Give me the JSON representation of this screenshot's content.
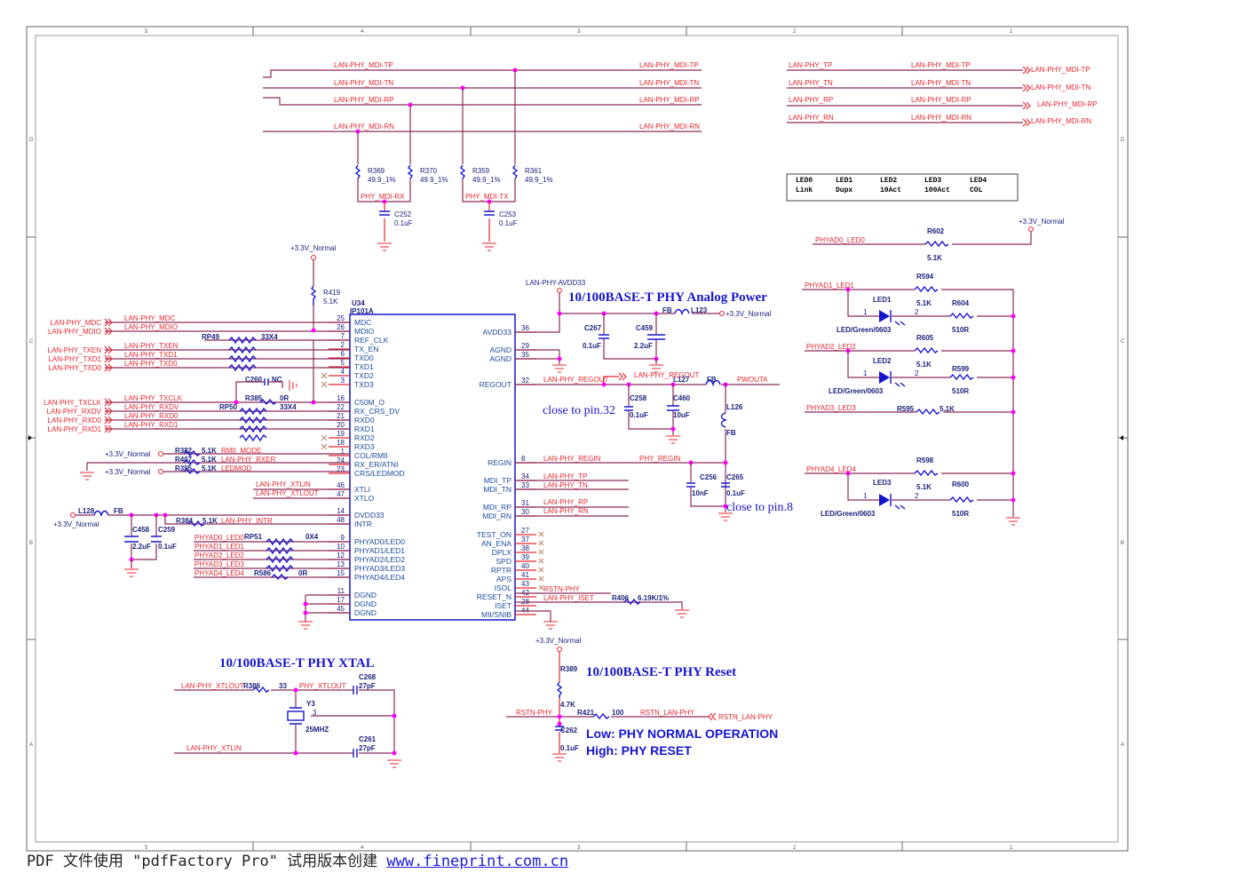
{
  "border": {
    "columns": [
      "5",
      "4",
      "3",
      "2",
      "1"
    ],
    "rows": [
      "D",
      "C",
      "B",
      "A"
    ]
  },
  "mdi_bus": {
    "left": [
      "LAN-PHY_MDI-TP",
      "LAN-PHY_MDI-TN",
      "LAN-PHY_MDI-RP",
      "LAN-PHY_MDI-RN"
    ],
    "right": [
      "LAN-PHY_MDI-TP",
      "LAN-PHY_MDI-TN",
      "LAN-PHY_MDI-RP",
      "LAN-PHY_MDI-RN"
    ]
  },
  "terminations": {
    "r369": {
      "ref": "R369",
      "val": "49.9_1%"
    },
    "r370": {
      "ref": "R370",
      "val": "49.9_1%"
    },
    "r359": {
      "ref": "R359",
      "val": "49.9_1%"
    },
    "r361": {
      "ref": "R361",
      "val": "49.9_1%"
    },
    "rx_net": "PHY_MDI-RX",
    "tx_net": "PHY_MDI-TX",
    "c252": {
      "ref": "C252",
      "val": "0.1uF"
    },
    "c253": {
      "ref": "C253",
      "val": "0.1uF"
    }
  },
  "port_map": [
    {
      "src": "LAN-PHY_TP",
      "dst": "LAN-PHY_MDI-TP",
      "port": "LAN-PHY_MDI-TP"
    },
    {
      "src": "LAN-PHY_TN",
      "dst": "LAN-PHY_MDI-TN",
      "port": "LAN-PHY_MDI-TN"
    },
    {
      "src": "LAN-PHY_RP",
      "dst": "LAN-PHY_MDI-RP",
      "port": "LAN-PHY_MDI-RP"
    },
    {
      "src": "LAN-PHY_RN",
      "dst": "LAN-PHY_MDI-RN",
      "port": "LAN-PHY_MDI-RN"
    }
  ],
  "led_table": {
    "headers": [
      "LED0",
      "LED1",
      "LED2",
      "LED3",
      "LED4"
    ],
    "values": [
      "Link",
      "Dupx",
      "10Act",
      "100Act",
      "COL"
    ]
  },
  "power_label": "+3.3V_Normal",
  "r419": {
    "ref": "R419",
    "val": "5.1K"
  },
  "chip": {
    "ref": "U34",
    "part": "IP101A",
    "left_pins": [
      {
        "num": "25",
        "name": "MDC"
      },
      {
        "num": "26",
        "name": "MDIO"
      },
      {
        "num": "7",
        "name": "REF_CLK"
      },
      {
        "num": "2",
        "name": "TX_EN"
      },
      {
        "num": "6",
        "name": "TXD0"
      },
      {
        "num": "5",
        "name": "TXD1"
      },
      {
        "num": "4",
        "name": "TXD2"
      },
      {
        "num": "3",
        "name": "TXD3"
      },
      {
        "num": "16",
        "name": "C50M_O"
      },
      {
        "num": "22",
        "name": "RX_CRS_DV"
      },
      {
        "num": "21",
        "name": "RXD0"
      },
      {
        "num": "20",
        "name": "RXD1"
      },
      {
        "num": "19",
        "name": "RXD2"
      },
      {
        "num": "18",
        "name": "RXD3"
      },
      {
        "num": "1",
        "name": "COL/RMII"
      },
      {
        "num": "24",
        "name": "RX_ER/ATNI"
      },
      {
        "num": "23",
        "name": "CRS/LEDMOD"
      },
      {
        "num": "46",
        "name": "XTLI"
      },
      {
        "num": "47",
        "name": "XTLO"
      },
      {
        "num": "14",
        "name": "DVDD33"
      },
      {
        "num": "48",
        "name": "INTR"
      },
      {
        "num": "9",
        "name": "PHYAD0/LED0"
      },
      {
        "num": "10",
        "name": "PHYAD1/LED1"
      },
      {
        "num": "12",
        "name": "PHYAD2/LED2"
      },
      {
        "num": "13",
        "name": "PHYAD3/LED3"
      },
      {
        "num": "15",
        "name": "PHYAD4/LED4"
      },
      {
        "num": "11",
        "name": "DGND"
      },
      {
        "num": "17",
        "name": "DGND"
      },
      {
        "num": "45",
        "name": "DGND"
      }
    ],
    "right_pins": [
      {
        "num": "36",
        "name": "AVDD33"
      },
      {
        "num": "29",
        "name": "AGND"
      },
      {
        "num": "35",
        "name": "AGND"
      },
      {
        "num": "32",
        "name": "REGOUT"
      },
      {
        "num": "8",
        "name": "REGIN"
      },
      {
        "num": "34",
        "name": "MDI_TP"
      },
      {
        "num": "33",
        "name": "MDI_TN"
      },
      {
        "num": "31",
        "name": "MDI_RP"
      },
      {
        "num": "30",
        "name": "MDI_RN"
      },
      {
        "num": "27",
        "name": "TEST_ON"
      },
      {
        "num": "37",
        "name": "AN_ENA"
      },
      {
        "num": "38",
        "name": "DPLX"
      },
      {
        "num": "39",
        "name": "SPD"
      },
      {
        "num": "40",
        "name": "RPTR"
      },
      {
        "num": "41",
        "name": "APS"
      },
      {
        "num": "43",
        "name": "ISOL"
      },
      {
        "num": "42",
        "name": "RESET_N"
      },
      {
        "num": "28",
        "name": "ISET"
      },
      {
        "num": "44",
        "name": "MII/SNIB"
      }
    ]
  },
  "mii_ports": [
    "LAN-PHY_MDC",
    "LAN-PHY_MDIO",
    "LAN-PHY_TXEN",
    "LAN-PHY_TXD1",
    "LAN-PHY_TXD0",
    "LAN-PHY_TXCLK",
    "LAN-PHY_RXDV",
    "LAN-PHY_RXD0",
    "LAN-PHY_RXD1"
  ],
  "mii_nets": [
    "LAN-PHY_MDC",
    "LAN-PHY_MDIO",
    "LAN-PHY_TXEN",
    "LAN-PHY_TXD1",
    "LAN-PHY_TXD0",
    "LAN-PHY_TXCLK",
    "LAN-PHY_RXDV",
    "LAN-PHY_RXD0",
    "LAN-PHY_RXD1"
  ],
  "rp49": {
    "ref": "RP49",
    "val": "33X4"
  },
  "rp50": {
    "ref": "RP50",
    "val": "33X4"
  },
  "rp51": {
    "ref": "RP51",
    "val": "0X4"
  },
  "c260": {
    "ref": "C260",
    "val": "NC"
  },
  "r385": {
    "ref": "R385",
    "val": "0R"
  },
  "strap": {
    "r382": {
      "ref": "R382",
      "val": "5.1K",
      "net": "RMII_MODE"
    },
    "r407": {
      "ref": "R407",
      "val": "5.1K",
      "net": "LAN-PHY_RXER"
    },
    "r395": {
      "ref": "R395",
      "val": "5.1K",
      "net": "LEDMOD"
    }
  },
  "xtal_nets": [
    "LAN-PHY_XTLIN",
    "LAN-PHY_XTLOUT"
  ],
  "dvdd": {
    "l128": {
      "ref": "L128",
      "val": "FB"
    },
    "c458": {
      "ref": "C458",
      "val": "2.2uF"
    },
    "c259": {
      "ref": "C259",
      "val": "0.1uF"
    },
    "r384": {
      "ref": "R384",
      "val": "5.1K",
      "net": "LAN-PHY_INTR"
    }
  },
  "phyad_nets": [
    "PHYAD0_LED0",
    "PHYAD1_LED1",
    "PHYAD2_LED2",
    "PHYAD3_LED3",
    "PHYAD4_LED4"
  ],
  "r586": {
    "ref": "R586",
    "val": "0R"
  },
  "analog": {
    "title": "10/100BASE-T PHY Analog Power",
    "avdd_net": "LAN-PHY-AVDD33",
    "c267": {
      "ref": "C267",
      "val": "0.1uF"
    },
    "c459": {
      "ref": "C459",
      "val": "2.2uF"
    },
    "l123": {
      "ref": "L123",
      "val": "FB"
    },
    "regout_net": "LAN-PHY_REGOUT",
    "regout_port": "LAN-PHY_REGOUT",
    "c258": {
      "ref": "C258",
      "val": "0.1uF"
    },
    "c460": {
      "ref": "C460",
      "val": "10uF"
    },
    "l127": {
      "ref": "L127",
      "val": "FB"
    },
    "pwouta": "PWOUTA",
    "l126": {
      "ref": "L126",
      "val": "FB"
    },
    "note32": "close to pin.32",
    "regin_net": "LAN-PHY_REGIN",
    "phy_regin": "PHY_REGIN",
    "c256": {
      "ref": "C256",
      "val": "10nF"
    },
    "c265": {
      "ref": "C265",
      "val": "0.1uF"
    },
    "note8": "close to pin.8"
  },
  "mdi_out_nets": [
    "LAN-PHY_TP",
    "LAN-PHY_TN",
    "LAN-PHY_RP",
    "LAN-PHY_RN"
  ],
  "misc_nets": {
    "rstn": "RSTN-PHY",
    "iset": "LAN-PHY_ISET"
  },
  "r406": {
    "ref": "R406",
    "val": "6.19K/1%"
  },
  "leds": {
    "r602": {
      "ref": "R602",
      "val": "5.1K"
    },
    "r594": {
      "ref": "R594",
      "val": "5.1K"
    },
    "r604": {
      "ref": "R604",
      "val": "510R"
    },
    "r605": {
      "ref": "R605",
      "val": "5.1K"
    },
    "r599": {
      "ref": "R599",
      "val": "510R"
    },
    "r595": {
      "ref": "R595",
      "val": "5.1K"
    },
    "r598": {
      "ref": "R598",
      "val": "5.1K"
    },
    "r600": {
      "ref": "R600",
      "val": "510R"
    },
    "led1": {
      "ref": "LED1",
      "part": "LED/Green/0603"
    },
    "led2": {
      "ref": "LED2",
      "part": "LED/Green/0603"
    },
    "led3": {
      "ref": "LED3",
      "part": "LED/Green/0603"
    }
  },
  "xtal": {
    "title": "10/100BASE-T PHY XTAL",
    "xtlout": "LAN-PHY_XTLOUT",
    "xtlin": "LAN-PHY_XTLIN",
    "r386": {
      "ref": "R386",
      "val": "33"
    },
    "phy_xtlout": "PHY_XTLOUT",
    "c268": {
      "ref": "C268",
      "val": "27pF"
    },
    "c261": {
      "ref": "C261",
      "val": "27pF"
    },
    "y3": {
      "ref": "Y3",
      "val": "25MHZ"
    }
  },
  "reset": {
    "title": "10/100BASE-T PHY Reset",
    "r389": {
      "ref": "R389",
      "val": "4.7K"
    },
    "r421": {
      "ref": "R421",
      "val": "100"
    },
    "c262": {
      "ref": "C262",
      "val": "0.1uF"
    },
    "rstn_phy": "RSTN-PHY",
    "rstn_lan": "RSTN_LAN-PHY",
    "port": "RSTN_LAN-PHY",
    "low": "Low:  PHY NORMAL OPERATION",
    "high": "High: PHY RESET"
  },
  "footer": {
    "prefix": "PDF 文件使用 \"pdfFactory Pro\" 试用版本创建 ",
    "link": "www.fineprint.com.cn"
  }
}
